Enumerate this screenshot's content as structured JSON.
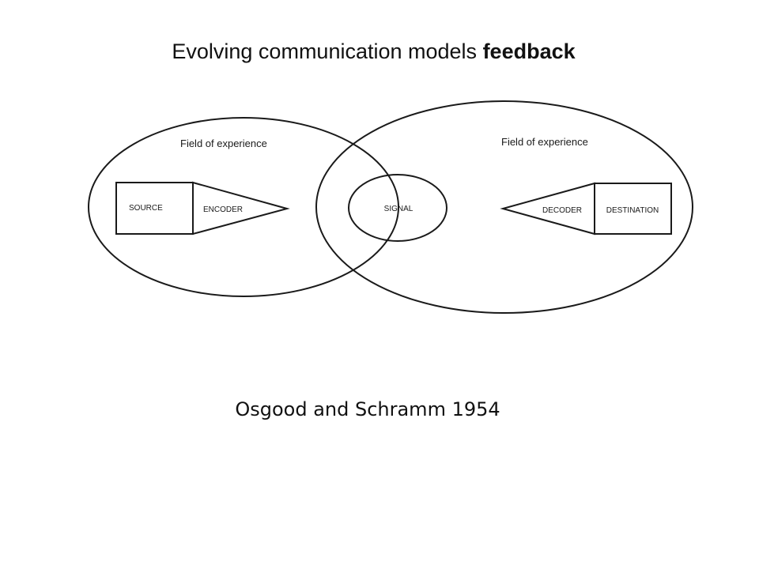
{
  "title": {
    "regular": "Evolving communication models ",
    "bold": "feedback"
  },
  "diagram": {
    "left_field_label": "Field of experience",
    "right_field_label": "Field of experience",
    "source_label": "SOURCE",
    "encoder_label": "ENCODER",
    "signal_label": "SIGNAL",
    "decoder_label": "DECODER",
    "destination_label": "DESTINATION"
  },
  "caption": "Osgood and Schramm 1954",
  "colors": {
    "ink": "#1a1a1a",
    "background": "#ffffff"
  }
}
